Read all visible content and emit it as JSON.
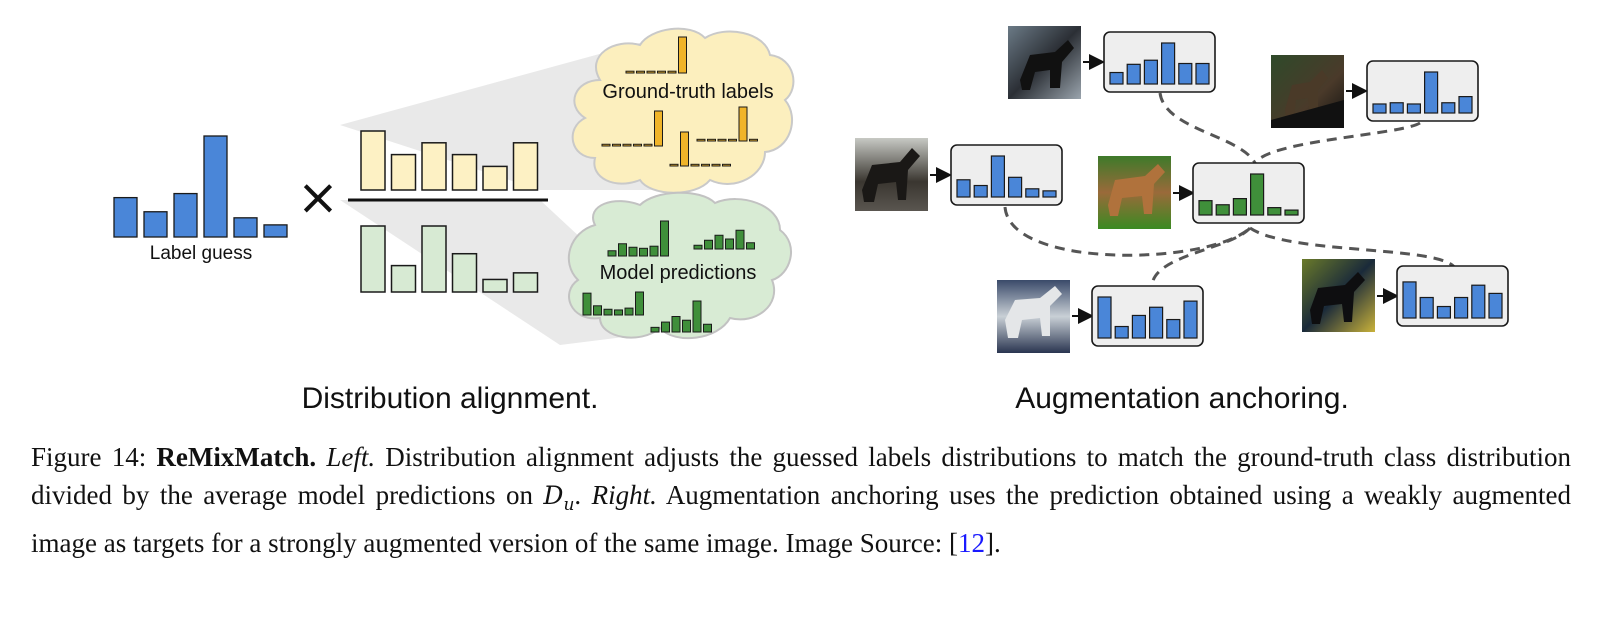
{
  "left_panel": {
    "caption": "Distribution alignment.",
    "label_guess_text": "Label guess",
    "times_symbol": "×",
    "label_guess_bars": [
      0.39,
      0.25,
      0.43,
      1.0,
      0.19,
      0.12
    ],
    "numerator_bars": [
      1.0,
      0.6,
      0.8,
      0.6,
      0.4,
      0.8
    ],
    "denominator_bars": [
      1.0,
      0.4,
      1.0,
      0.58,
      0.19,
      0.29
    ],
    "ground_truth_cloud": {
      "text": "Ground-truth labels",
      "bars_top": [
        0.05,
        0.05,
        0.05,
        0.05,
        0.05,
        1.0
      ],
      "bars_left": [
        0.05,
        0.05,
        0.05,
        0.05,
        0.05,
        1.0
      ],
      "bars_mid": [
        0.05,
        1.0,
        0.05,
        0.05,
        0.05,
        0.05
      ],
      "bars_right": [
        0.05,
        0.05,
        0.05,
        0.05,
        1.0,
        0.05
      ]
    },
    "model_pred_cloud": {
      "text": "Model predictions",
      "bars_a": [
        0.15,
        0.35,
        0.25,
        0.22,
        0.28,
        1.0
      ],
      "bars_b": [
        0.15,
        0.35,
        0.55,
        0.4,
        0.75,
        0.25
      ],
      "bars_c": [
        0.95,
        0.4,
        0.25,
        0.22,
        0.3,
        1.0
      ],
      "bars_d": [
        0.15,
        0.32,
        0.5,
        0.38,
        1.0,
        0.25
      ]
    },
    "colors": {
      "blue": "#4a86d8",
      "yellow_fill": "#fdf1c4",
      "green_fill": "#d7ead3",
      "cloud_yellow": "#fcefbe",
      "cloud_green": "#d8ebd4",
      "bar_orange": "#f0b429",
      "bar_green": "#3f8f3a"
    }
  },
  "right_panel": {
    "caption": "Augmentation anchoring.",
    "anchor_bars": [
      0.35,
      0.25,
      0.4,
      1.0,
      0.18,
      0.12
    ],
    "augment_bars": [
      [
        0.28,
        0.48,
        0.58,
        1.0,
        0.5,
        0.5
      ],
      [
        0.22,
        0.25,
        0.22,
        1.0,
        0.25,
        0.4
      ],
      [
        0.42,
        0.28,
        1.0,
        0.48,
        0.2,
        0.15
      ],
      [
        1.0,
        0.28,
        0.55,
        0.75,
        0.45,
        0.9
      ],
      [
        0.88,
        0.5,
        0.28,
        0.5,
        0.8,
        0.6
      ]
    ],
    "colors": {
      "blue": "#4a86d8",
      "green": "#3f8f3a",
      "box_fill": "#eeeeee",
      "dash": "#555555"
    }
  },
  "caption": {
    "figure_label": "Figure 14:",
    "title": "ReMixMatch.",
    "left_word": "Left.",
    "text_1": "Distribution alignment adjusts the guessed labels distributions to match the ground-truth class distribution divided by the average model predictions on",
    "math_symbol": "D",
    "math_sub": "u",
    "text_2": ".",
    "right_word": "Right.",
    "text_3": "Augmentation anchoring uses the prediction obtained using a weakly augmented image as targets for a strongly augmented version of the same image. Image Source: [",
    "ref_number": "12",
    "text_4": "]."
  }
}
